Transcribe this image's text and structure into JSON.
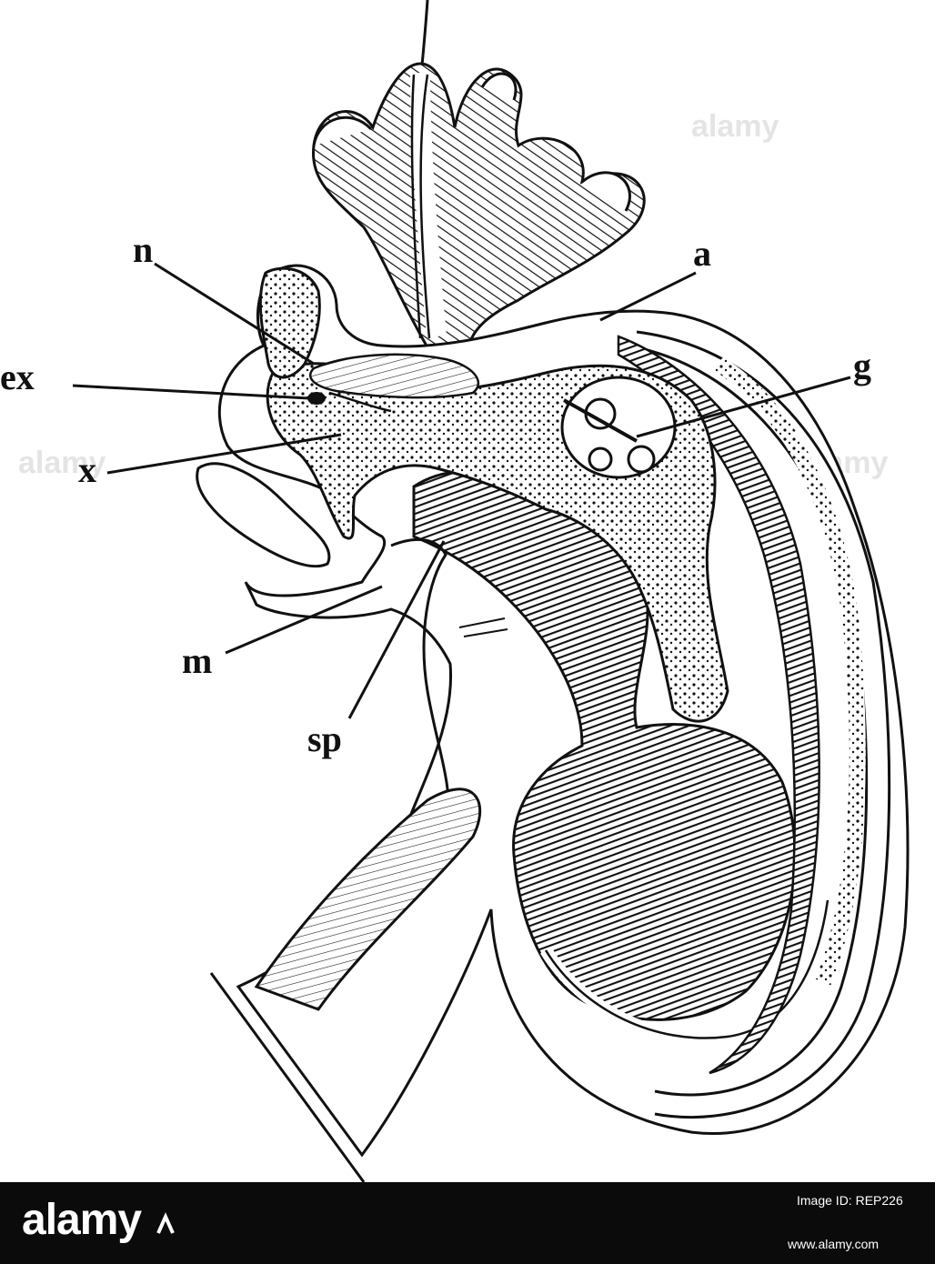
{
  "labels": {
    "n": "n",
    "a": "a",
    "ex": "ex",
    "g": "g",
    "x": "x",
    "m": "m",
    "sp": "sp"
  },
  "watermarks": [
    "alamy",
    "alamy",
    "alamy",
    "alamy"
  ],
  "footer": {
    "brand": "alamy",
    "image_id": "Image ID: REP226",
    "site": "www.alamy.com"
  }
}
